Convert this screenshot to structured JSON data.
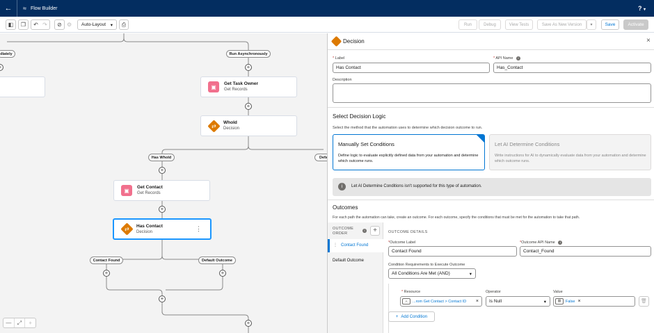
{
  "topbar": {
    "title": "Flow Builder",
    "help": "?"
  },
  "toolbar": {
    "layout_select": "Auto-Layout",
    "run": "Run",
    "debug": "Debug",
    "view_tests": "View Tests",
    "save_as_new_version": "Save As New Version",
    "save": "Save",
    "activate": "Activate"
  },
  "canvas": {
    "pill_immediately": "diately",
    "pill_run_async": "Run Asynchronously",
    "node_get_task_owner": {
      "title": "Get Task Owner",
      "subtitle": "Get Records"
    },
    "node_whoid": {
      "title": "WhoId",
      "subtitle": "Decision"
    },
    "pill_has_whoid": "Has WhoId",
    "pill_default_partial": "Defa",
    "node_get_contact": {
      "title": "Get Contact",
      "subtitle": "Get Records"
    },
    "node_has_contact": {
      "title": "Has Contact",
      "subtitle": "Decision"
    },
    "pill_contact_found": "Contact Found",
    "pill_default_outcome": "Default Outcome"
  },
  "panel": {
    "title": "Decision",
    "label_field": {
      "label": "Label",
      "value": "Has Contact"
    },
    "api_name_field": {
      "label": "API Name",
      "value": "Has_Contact"
    },
    "description_label": "Description",
    "logic_heading": "Select Decision Logic",
    "logic_desc": "Select the method that the automation uses to determine which decision outcome to run.",
    "card_manual": {
      "title": "Manually Set Conditions",
      "desc": "Define logic to evaluate explicitly defined data from your automation and determine which outcome runs."
    },
    "card_ai": {
      "title": "Let AI Determine Conditions",
      "desc": "Write instructions for AI to dynamically evaluate data from your automation and determine which outcome runs."
    },
    "info_text": "Let AI Determine Conditions isn't supported for this type of automation.",
    "outcomes_heading": "Outcomes",
    "outcomes_desc": "For each path the automation can take, create an outcome. For each outcome, specify the conditions that must be met for the automation to take that path.",
    "outcome_order_label": "OUTCOME ORDER",
    "outcome_items": [
      "Contact Found",
      "Default Outcome"
    ],
    "outcome_details_heading": "OUTCOME DETAILS",
    "outcome_label_field": {
      "label": "Outcome Label",
      "value": "Contact Found"
    },
    "outcome_api_field": {
      "label": "Outcome API Name",
      "value": "Contact_Found"
    },
    "condition_req_label": "Condition Requirements to Execute Outcome",
    "condition_req_value": "All Conditions Are Met (AND)",
    "resource_label": "Resource",
    "resource_value": "...rom Get Contact > Contact ID",
    "operator_label": "Operator",
    "operator_value": "Is Null",
    "value_label": "Value",
    "value_value": "False",
    "add_condition": "Add Condition"
  },
  "colors": {
    "brand_blue": "#0176d3",
    "topbar": "#032d60",
    "records_pink": "#f1708d",
    "decision_orange": "#dd7a01"
  }
}
